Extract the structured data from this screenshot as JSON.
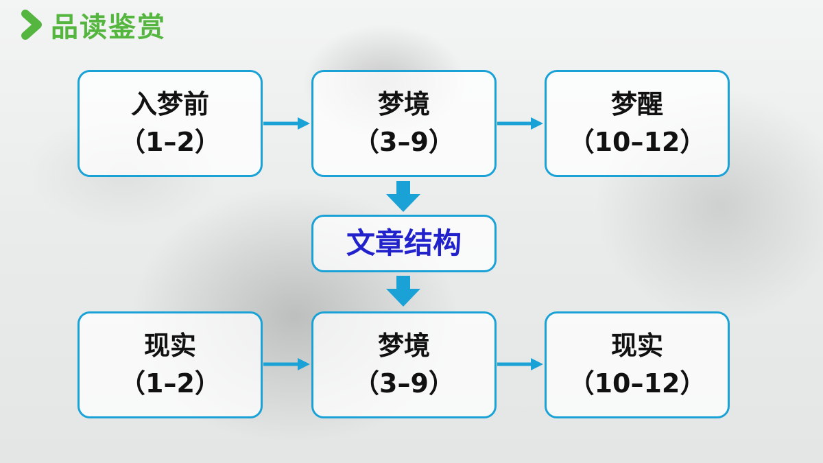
{
  "header": {
    "title": "品读鉴赏",
    "icon": "chevron-right-icon",
    "color": "#54b63e"
  },
  "diagram": {
    "accent_color": "#1aa2d6",
    "top_row": [
      {
        "name": "入梦前",
        "range": "（1–2）"
      },
      {
        "name": "梦境",
        "range": "（3–9）"
      },
      {
        "name": "梦醒",
        "range": "（10–12）"
      }
    ],
    "center": {
      "label": "文章结构",
      "color": "#2222cc"
    },
    "bottom_row": [
      {
        "name": "现实",
        "range": "（1–2）"
      },
      {
        "name": "梦境",
        "range": "（3–9）"
      },
      {
        "name": "现实",
        "range": "（10–12）"
      }
    ]
  }
}
